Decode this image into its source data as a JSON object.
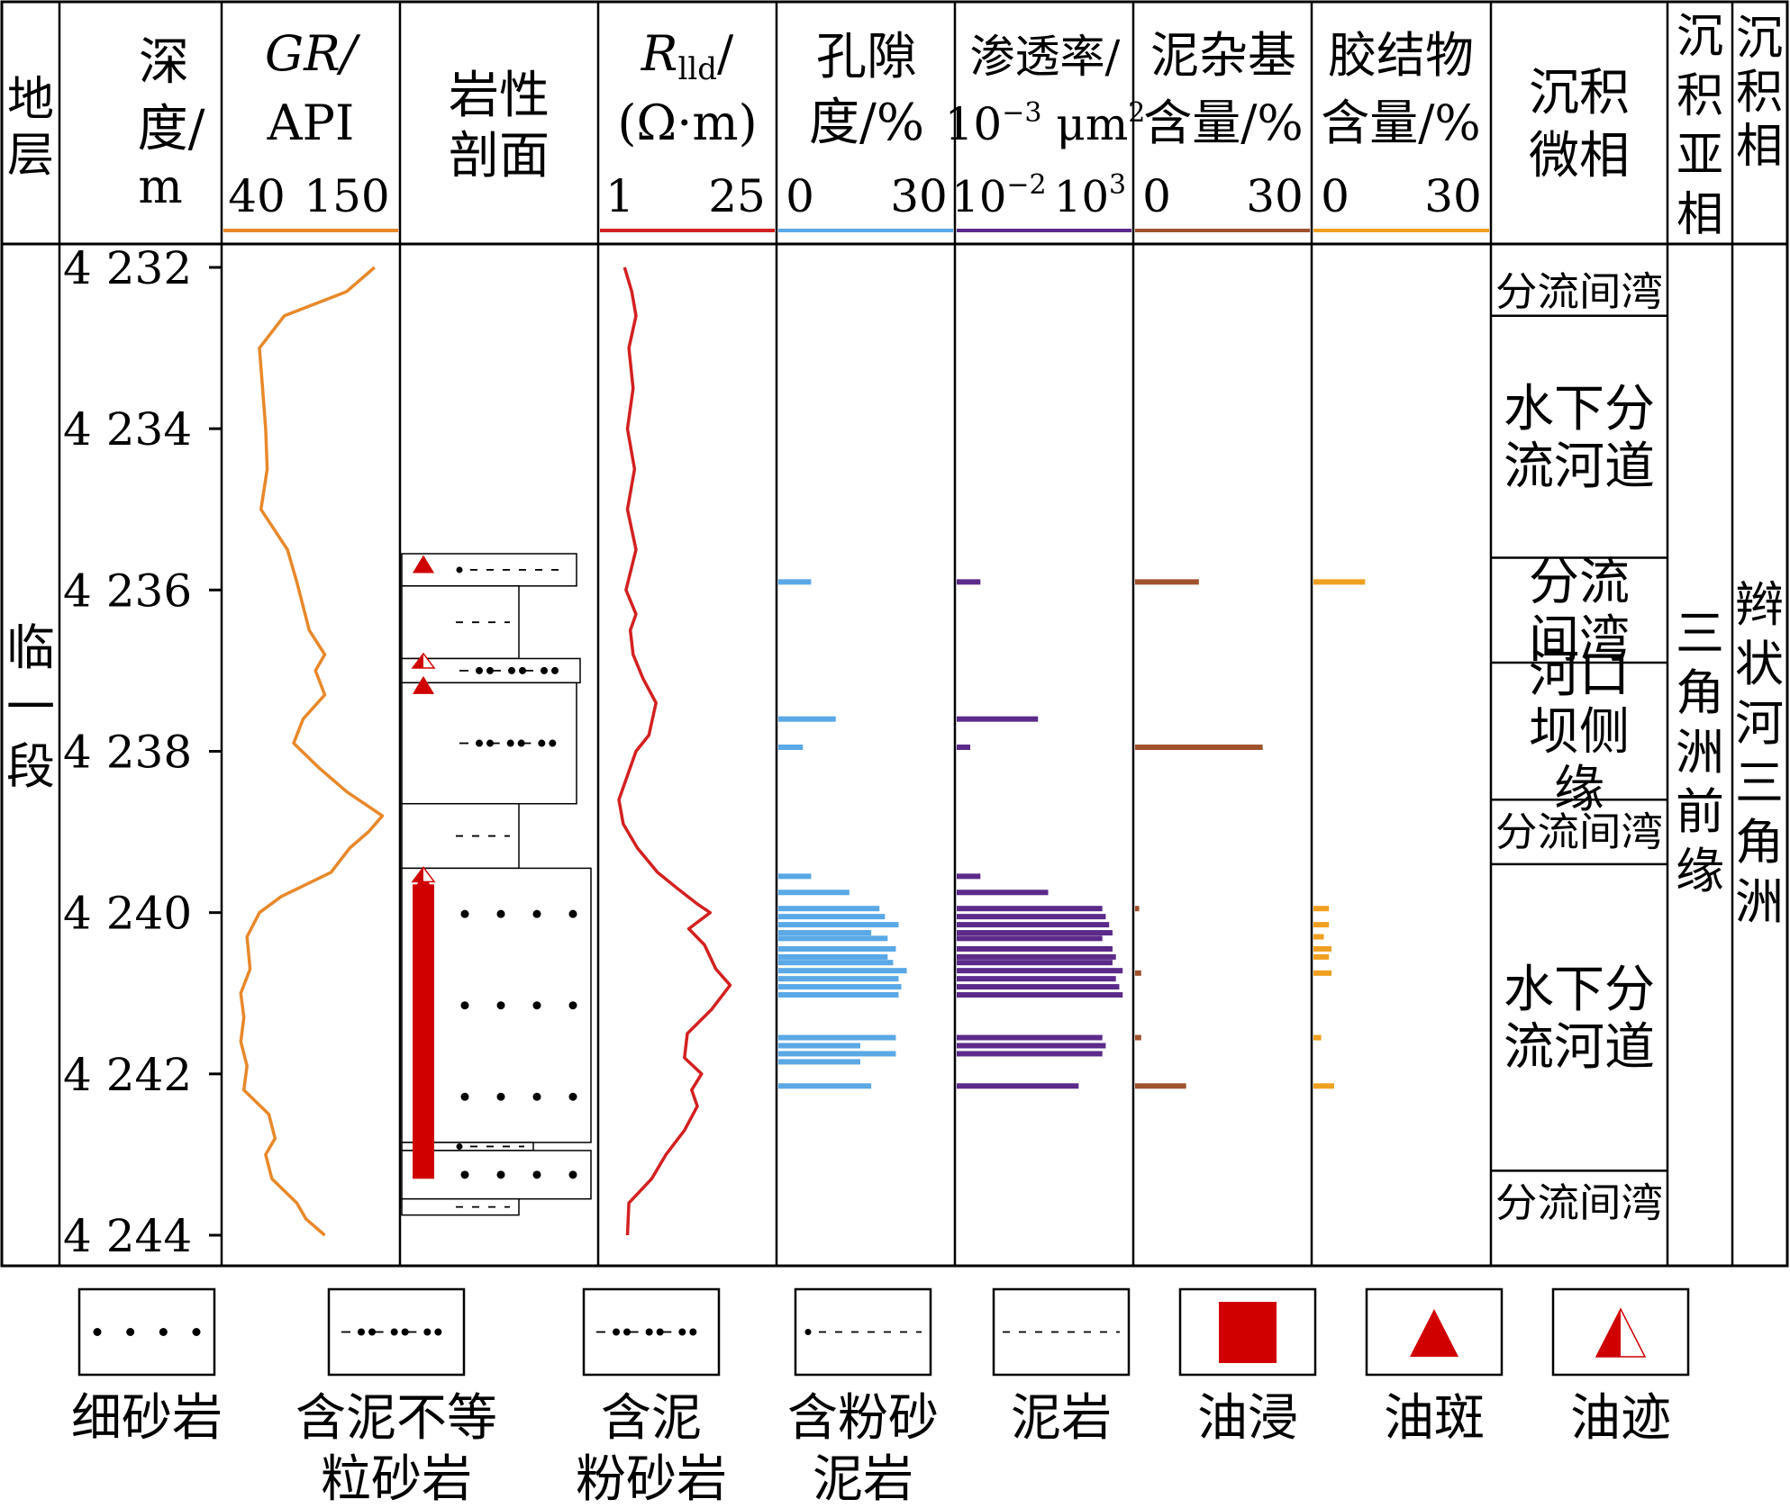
{
  "chart_data": {
    "type": "line",
    "title": "",
    "depth_range": [
      4232,
      4244
    ],
    "depth_ticks": [
      {
        "label": "4 232",
        "value": 4232
      },
      {
        "label": "4 234",
        "value": 4234
      },
      {
        "label": "4 236",
        "value": 4236
      },
      {
        "label": "4 238",
        "value": 4238
      },
      {
        "label": "4 240",
        "value": 4240
      },
      {
        "label": "4 242",
        "value": 4242
      },
      {
        "label": "4 244",
        "value": 4244
      }
    ],
    "headers": {
      "strata": "地层",
      "depth": [
        "深",
        "度/",
        "m"
      ],
      "gr": {
        "name": "GR/",
        "unit": "API",
        "min_label": "40",
        "max_label": "150"
      },
      "lithology": [
        "岩性",
        "剖面"
      ],
      "rlld": {
        "name": "R",
        "sub": "lld",
        "slash": "/",
        "unit": "(Ω·m)",
        "min_label": "1",
        "max_label": "25"
      },
      "porosity": {
        "lines": [
          "孔隙",
          "度/%"
        ],
        "min_label": "0",
        "max_label": "30"
      },
      "permeability": {
        "line1": "渗透率/",
        "line2_base": "10",
        "line2_exp": "−3",
        "line2_unit": " μm",
        "line2_unit_exp": "2",
        "min_base": "10",
        "min_exp": "−2",
        "max_base": "10",
        "max_exp": "3"
      },
      "matrix": {
        "lines": [
          "泥杂基",
          "含量/%"
        ],
        "min_label": "0",
        "max_label": "30"
      },
      "cement": {
        "lines": [
          "胶结物",
          "含量/%"
        ],
        "min_label": "0",
        "max_label": "30"
      },
      "microfacies": [
        "沉积",
        "微相"
      ],
      "subfacies": "沉积亚相",
      "facies": "沉积相"
    },
    "colors": {
      "gr": "#E8882A",
      "rlld": "#D42020",
      "porosity": "#5AA8E6",
      "permeability": "#5C2A8A",
      "matrix": "#A0522D",
      "cement": "#F0A020",
      "oil": "#D00000"
    },
    "strata_label": "临一段",
    "subfacies_label": "三角洲前缘",
    "facies_label": "辫状河三角洲",
    "microfacies": [
      {
        "top": 4232.0,
        "bottom": 4232.6,
        "label": "分流间湾"
      },
      {
        "top": 4232.6,
        "bottom": 4235.6,
        "label": "水下分流河道"
      },
      {
        "top": 4235.6,
        "bottom": 4236.9,
        "label": "分流间湾"
      },
      {
        "top": 4236.9,
        "bottom": 4238.6,
        "label": "河口坝侧缘"
      },
      {
        "top": 4238.6,
        "bottom": 4239.4,
        "label": "分流间湾"
      },
      {
        "top": 4239.4,
        "bottom": 4243.2,
        "label": "水下分流河道"
      },
      {
        "top": 4243.2,
        "bottom": 4244.0,
        "label": "分流间湾"
      }
    ],
    "series": [
      {
        "id": "gr",
        "unit": "API",
        "range": [
          40,
          150
        ],
        "points": [
          [
            4232.0,
            136
          ],
          [
            4232.3,
            118
          ],
          [
            4232.6,
            78
          ],
          [
            4233.0,
            62
          ],
          [
            4233.5,
            64
          ],
          [
            4234.0,
            66
          ],
          [
            4234.5,
            67
          ],
          [
            4235.0,
            63
          ],
          [
            4235.5,
            80
          ],
          [
            4235.9,
            86
          ],
          [
            4236.2,
            90
          ],
          [
            4236.5,
            94
          ],
          [
            4236.8,
            104
          ],
          [
            4237.0,
            98
          ],
          [
            4237.3,
            104
          ],
          [
            4237.6,
            90
          ],
          [
            4237.9,
            84
          ],
          [
            4238.2,
            100
          ],
          [
            4238.5,
            118
          ],
          [
            4238.8,
            141
          ],
          [
            4239.0,
            132
          ],
          [
            4239.2,
            120
          ],
          [
            4239.5,
            108
          ],
          [
            4239.8,
            76
          ],
          [
            4240.0,
            62
          ],
          [
            4240.3,
            54
          ],
          [
            4240.7,
            56
          ],
          [
            4241.0,
            50
          ],
          [
            4241.3,
            52
          ],
          [
            4241.6,
            50
          ],
          [
            4241.9,
            54
          ],
          [
            4242.2,
            52
          ],
          [
            4242.5,
            68
          ],
          [
            4242.8,
            72
          ],
          [
            4243.0,
            66
          ],
          [
            4243.3,
            70
          ],
          [
            4243.6,
            86
          ],
          [
            4243.8,
            92
          ],
          [
            4244.0,
            104
          ]
        ]
      },
      {
        "id": "rlld",
        "unit": "Ω·m",
        "range": [
          1,
          25
        ],
        "points": [
          [
            4232.0,
            4.2
          ],
          [
            4232.3,
            5.2
          ],
          [
            4232.6,
            5.8
          ],
          [
            4233.0,
            4.8
          ],
          [
            4233.5,
            5.4
          ],
          [
            4234.0,
            4.6
          ],
          [
            4234.5,
            5.6
          ],
          [
            4235.0,
            4.6
          ],
          [
            4235.5,
            5.8
          ],
          [
            4236.0,
            4.4
          ],
          [
            4236.3,
            5.8
          ],
          [
            4236.5,
            5.0
          ],
          [
            4236.8,
            5.4
          ],
          [
            4237.1,
            6.8
          ],
          [
            4237.4,
            8.6
          ],
          [
            4237.8,
            7.6
          ],
          [
            4238.0,
            5.8
          ],
          [
            4238.3,
            4.6
          ],
          [
            4238.6,
            3.4
          ],
          [
            4238.9,
            4.0
          ],
          [
            4239.2,
            6.0
          ],
          [
            4239.5,
            8.8
          ],
          [
            4239.7,
            11.6
          ],
          [
            4239.9,
            14.5
          ],
          [
            4240.0,
            16.2
          ],
          [
            4240.2,
            13.2
          ],
          [
            4240.4,
            15.4
          ],
          [
            4240.7,
            17.0
          ],
          [
            4240.9,
            19.0
          ],
          [
            4241.2,
            16.4
          ],
          [
            4241.5,
            13.0
          ],
          [
            4241.8,
            12.6
          ],
          [
            4242.0,
            15.0
          ],
          [
            4242.2,
            13.6
          ],
          [
            4242.4,
            14.4
          ],
          [
            4242.7,
            12.6
          ],
          [
            4243.0,
            10.0
          ],
          [
            4243.3,
            8.0
          ],
          [
            4243.6,
            4.8
          ],
          [
            4244.0,
            4.6
          ]
        ]
      },
      {
        "id": "porosity",
        "unit": "%",
        "range": [
          0,
          30
        ],
        "bars": [
          [
            4235.9,
            6.0
          ],
          [
            4237.6,
            10.5
          ],
          [
            4237.95,
            4.5
          ],
          [
            4239.55,
            6.0
          ],
          [
            4239.75,
            13.0
          ],
          [
            4239.95,
            18.5
          ],
          [
            4240.05,
            19.5
          ],
          [
            4240.15,
            22.0
          ],
          [
            4240.25,
            17.0
          ],
          [
            4240.32,
            20.0
          ],
          [
            4240.45,
            21.5
          ],
          [
            4240.55,
            20.0
          ],
          [
            4240.62,
            21.0
          ],
          [
            4240.72,
            23.5
          ],
          [
            4240.82,
            22.0
          ],
          [
            4240.92,
            22.5
          ],
          [
            4241.02,
            22.0
          ],
          [
            4241.55,
            21.5
          ],
          [
            4241.65,
            15.0
          ],
          [
            4241.75,
            21.5
          ],
          [
            4241.85,
            15.0
          ],
          [
            4242.15,
            17.0
          ]
        ]
      },
      {
        "id": "permeability",
        "unit": "10⁻³ μm²",
        "range": [
          -2,
          3
        ],
        "log": true,
        "bars": [
          [
            4235.9,
            -1.3
          ],
          [
            4237.6,
            0.4
          ],
          [
            4237.95,
            -1.6
          ],
          [
            4239.55,
            -1.3
          ],
          [
            4239.75,
            0.7
          ],
          [
            4239.95,
            2.3
          ],
          [
            4240.05,
            2.4
          ],
          [
            4240.15,
            2.5
          ],
          [
            4240.25,
            2.6
          ],
          [
            4240.32,
            2.3
          ],
          [
            4240.45,
            2.6
          ],
          [
            4240.55,
            2.7
          ],
          [
            4240.62,
            2.6
          ],
          [
            4240.72,
            2.9
          ],
          [
            4240.82,
            2.7
          ],
          [
            4240.92,
            2.8
          ],
          [
            4241.02,
            2.9
          ],
          [
            4241.55,
            2.3
          ],
          [
            4241.65,
            2.4
          ],
          [
            4241.75,
            2.3
          ],
          [
            4242.15,
            1.6
          ]
        ]
      },
      {
        "id": "matrix",
        "unit": "%",
        "range": [
          0,
          30
        ],
        "bars": [
          [
            4235.9,
            12.5
          ],
          [
            4237.95,
            25.0
          ],
          [
            4239.95,
            0.8
          ],
          [
            4240.75,
            1.2
          ],
          [
            4241.55,
            1.2
          ],
          [
            4242.15,
            10.0
          ]
        ]
      },
      {
        "id": "cement",
        "unit": "%",
        "range": [
          0,
          30
        ],
        "bars": [
          [
            4235.9,
            10.0
          ],
          [
            4239.95,
            3.0
          ],
          [
            4240.15,
            3.0
          ],
          [
            4240.3,
            2.0
          ],
          [
            4240.45,
            3.5
          ],
          [
            4240.55,
            3.0
          ],
          [
            4240.75,
            3.5
          ],
          [
            4241.55,
            1.5
          ],
          [
            4242.15,
            4.0
          ]
        ]
      }
    ],
    "lithology_column": {
      "oil_immersion": [
        [
          4239.65,
          4243.3
        ]
      ],
      "oil_spot": [
        4235.7,
        4237.2,
        4239.65
      ],
      "oil_trace": [
        4236.9,
        4239.55
      ],
      "beds": [
        {
          "top": 4235.55,
          "bottom": 4235.95,
          "style": "silty-mud",
          "grain": 0.8
        },
        {
          "top": 4235.95,
          "bottom": 4236.85,
          "style": "mud",
          "grain": 0
        },
        {
          "top": 4236.85,
          "bottom": 4237.15,
          "style": "muddy-unequal",
          "grain": 0.85
        },
        {
          "top": 4237.15,
          "bottom": 4238.65,
          "style": "muddy-silt",
          "grain": 0.8
        },
        {
          "top": 4238.65,
          "bottom": 4239.45,
          "style": "mud",
          "grain": 0
        },
        {
          "top": 4239.45,
          "bottom": 4242.85,
          "style": "fine-sand",
          "grain": 1.0
        },
        {
          "top": 4242.85,
          "bottom": 4242.95,
          "style": "silty-mud",
          "grain": 0.2
        },
        {
          "top": 4242.95,
          "bottom": 4243.55,
          "style": "fine-sand",
          "grain": 1.0
        },
        {
          "top": 4243.55,
          "bottom": 4243.75,
          "style": "mud",
          "grain": 0
        }
      ]
    }
  },
  "legend": [
    {
      "symbol": "fine-sand",
      "lines": [
        "细砂岩"
      ]
    },
    {
      "symbol": "muddy-unequal",
      "lines": [
        "含泥不等",
        "粒砂岩"
      ]
    },
    {
      "symbol": "muddy-silt",
      "lines": [
        "含泥",
        "粉砂岩"
      ]
    },
    {
      "symbol": "silty-mud",
      "lines": [
        "含粉砂",
        "泥岩"
      ]
    },
    {
      "symbol": "mud",
      "lines": [
        "泥岩"
      ]
    },
    {
      "symbol": "oil-immersion",
      "lines": [
        "油浸"
      ]
    },
    {
      "symbol": "oil-spot",
      "lines": [
        "油斑"
      ]
    },
    {
      "symbol": "oil-trace",
      "lines": [
        "油迹"
      ]
    }
  ]
}
